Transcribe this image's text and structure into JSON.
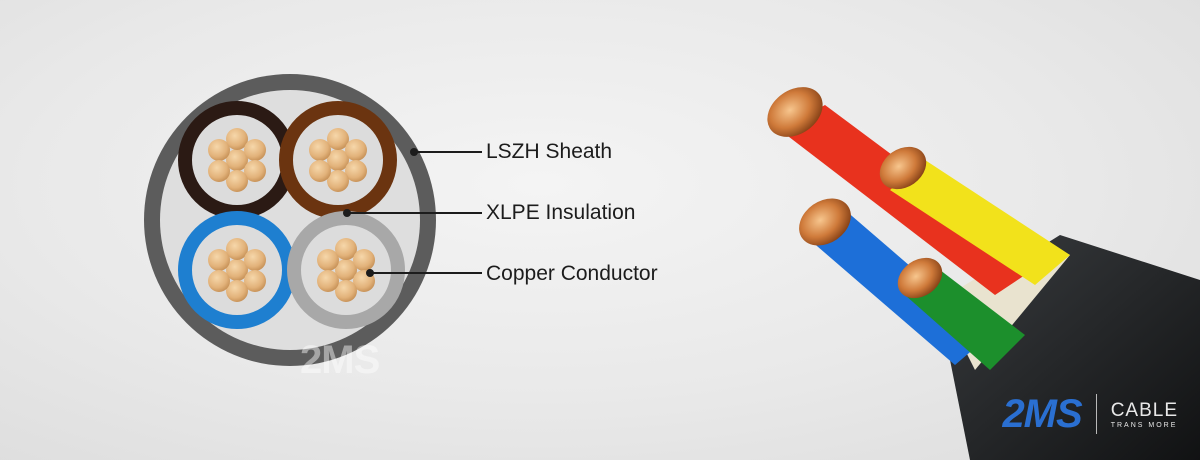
{
  "callouts": [
    {
      "label": "LSZH Sheath"
    },
    {
      "label": "XLPE Insulation"
    },
    {
      "label": "Copper Conductor"
    }
  ],
  "cores": [
    {
      "insulation_color": "#2b1a14"
    },
    {
      "insulation_color": "#6b3410"
    },
    {
      "insulation_color": "#1e7fd0"
    },
    {
      "insulation_color": "#a8a8a8"
    }
  ],
  "colors": {
    "sheath": "#5c5c5c",
    "inner_fill": "#dedede",
    "copper": "#e2b27a",
    "photo_cores": [
      "#e8321e",
      "#f2e21b",
      "#1d6fd8",
      "#1c8f2c"
    ],
    "outer_jacket": "#222426"
  },
  "watermark": "2MS",
  "brand": {
    "mark": "2MS",
    "word": "CABLE",
    "tagline": "TRANS MORE"
  }
}
